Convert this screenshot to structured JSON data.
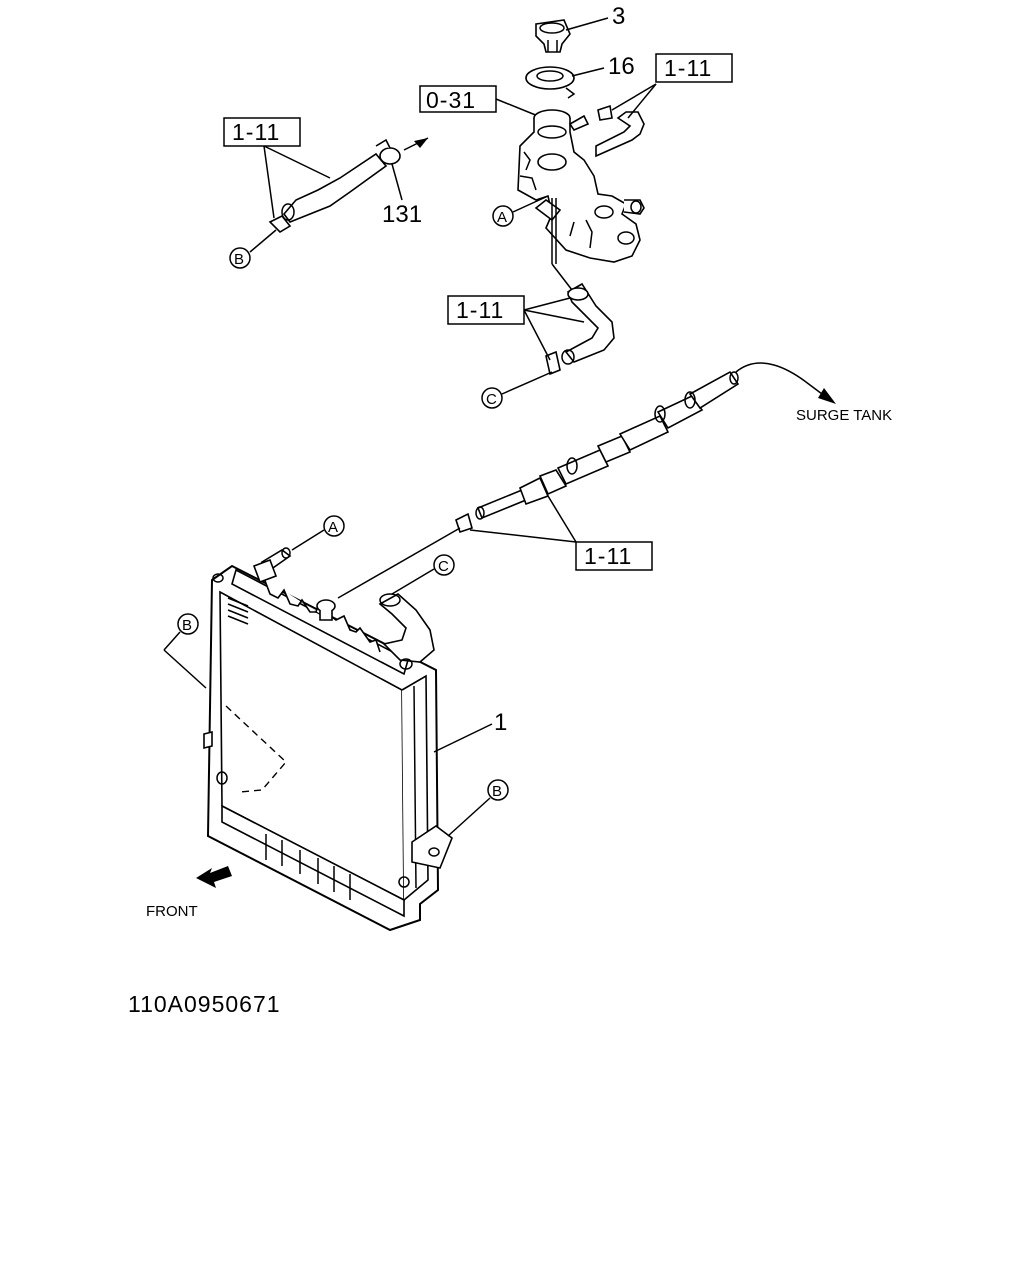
{
  "labels": {
    "cap": "3",
    "gasket": "16",
    "neck_ref": "0-31",
    "hose_ref_top_right": "1-11",
    "hose_ref_top_left": "1-11",
    "hose_ref_mid": "1-11",
    "hose_ref_surge": "1-11",
    "clip_131": "131",
    "radiator": "1",
    "a_top": "A",
    "b_left": "B",
    "c_mid": "C",
    "a_radiator": "A",
    "c_radiator": "C",
    "b_radiator_left": "B",
    "b_radiator_right": "B",
    "surge_tank": "SURGE TANK",
    "front": "FRONT",
    "drawing_code": "110A0950671"
  }
}
